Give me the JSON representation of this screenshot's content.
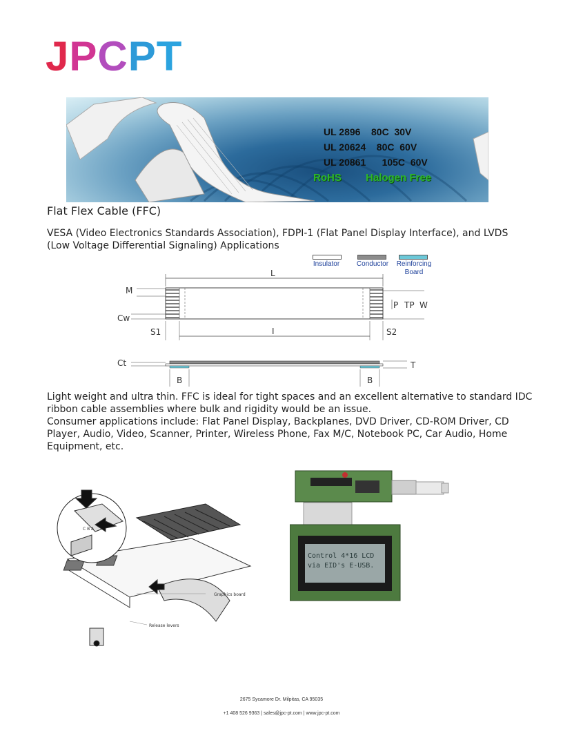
{
  "logo": {
    "letters": [
      "J",
      "P",
      "C",
      "P",
      "T"
    ],
    "colors": [
      "#e0284c",
      "#d13593",
      "#b24dbd",
      "#2d9ad8",
      "#2ba3df"
    ]
  },
  "banner": {
    "lines": [
      {
        "code": "UL 2896",
        "temp": "80C",
        "volt": "30V"
      },
      {
        "code": "UL 20624",
        "temp": "80C",
        "volt": "60V"
      },
      {
        "code": "UL 20861",
        "temp": "105C",
        "volt": "60V"
      }
    ],
    "rohs": "RoHS",
    "halogen": "Halogen Free"
  },
  "title": "Flat Flex Cable (FFC)",
  "intro_line1": "VESA (Video Electronics Standards Association), FDPI-1 (Flat Panel Display Interface), and LVDS",
  "intro_line2": "(Low Voltage Differential Signaling) Applications",
  "legend": {
    "insulator": "Insulator",
    "conductor": "Conductor",
    "reinforcing1": "Reinforcing",
    "reinforcing2": "Board",
    "colors": {
      "insulator": "#ffffff",
      "conductor": "#8c8c8c",
      "reinforcing": "#6cc8d8"
    }
  },
  "diagram": {
    "L": "L",
    "M": "M",
    "Cw": "Cw",
    "S1": "S1",
    "I": "I",
    "S2": "S2",
    "P": "P",
    "TP": "TP",
    "W": "W",
    "Ct": "Ct",
    "T": "T",
    "B": "B"
  },
  "body_lines": [
    "Light weight and ultra thin. FFC is ideal for tight spaces and an excellent alternative to standard IDC",
    "ribbon cable assemblies where bulk and rigidity would be an issue.",
    "Consumer applications include: Flat Panel Display, Backplanes, DVD Driver, CD-ROM Driver, CD",
    "Player, Audio, Video, Scanner, Printer, Wireless Phone, Fax M/C, Notebook PC, Car Audio, Home",
    "Equipment, etc."
  ],
  "illustration": {
    "graphics_board": "Graphics board",
    "release_levers": "Release levers",
    "cba": "C B A"
  },
  "lcd": {
    "line1": "Control 4*16 LCD",
    "line2": "via EID's E-USB."
  },
  "footer": {
    "address": "2675 Sycamore Dr. Milpitas, CA 95035",
    "contact": "+1 408 526 9363 | sales@jpc-pt.com | www.jpc-pt.com"
  }
}
